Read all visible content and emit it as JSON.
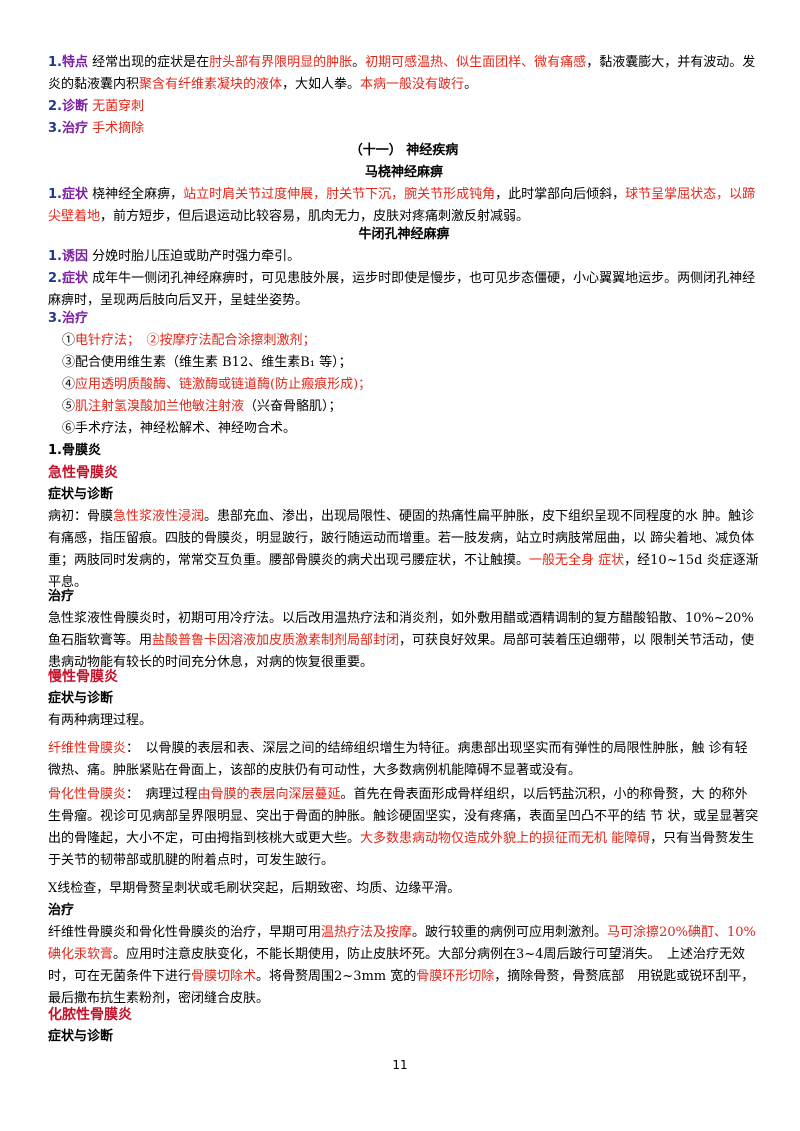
{
  "p1": {
    "num": "1.",
    "label": "特点",
    "t1": " 经常出现的症状是在",
    "r1": "肘头部有界限明显的肿胀",
    "t2": "。",
    "r2": "初期可感温热、似生面团样、微有痛感",
    "t3": "，黏液囊膨大，并有波动。发炎的黏液囊内积",
    "r3": "聚含有纤维素凝块的液体",
    "t4": "，大如人拳。",
    "r4": "本病一般没有跛行",
    "t5": "。"
  },
  "p2": {
    "num": "2.",
    "label": "诊断",
    "r1": "无菌穿刺"
  },
  "p3": {
    "num": "3.",
    "label": "治疗",
    "r1": "手术摘除"
  },
  "h_section": "（十一） 神经疾病",
  "h_radial": "马桡神经麻痹",
  "radial": {
    "num": "1.",
    "label": "症状",
    "t1": " 桡神经全麻痹，",
    "r1": "站立时肩关节过度伸展，肘关节下沉，腕关节形成钝角",
    "t2": "，此时掌部向后倾斜，",
    "r2": "球节呈掌屈状态，以蹄尖壁着地",
    "t3": "，前方短步，但后退运动比较容易，肌肉无力，皮肤对疼痛刺激反射减弱。"
  },
  "h_obturator": "牛闭孔神经麻痹",
  "obt1": {
    "num": "1.",
    "label": "诱因",
    "t1": " 分娩时胎儿压迫或助产时强力牵引。"
  },
  "obt2": {
    "num": "2.",
    "label": "症状",
    "t1": " 成年牛一侧闭孔神经麻痹时，可见患肢外展，运步时即使是慢步，也可见步态僵硬，小心翼翼地运步。两侧闭孔神经麻痹时，呈现两后肢向后叉开，呈蛙坐姿势。"
  },
  "obt3": {
    "num": "3.",
    "label": "治疗",
    "i1a": "①",
    "i1b": "电针疗法",
    "i1c": "；　②",
    "i1d": "按摩疗法配合涂擦刺激剂",
    "i1e": "；",
    "i3": "③配合使用维生素（维生素 B12、维生素B₁ 等）；",
    "i4a": "④",
    "i4b": "应用透明质酸酶、链激酶或链道酶(防止瘢痕形成)",
    "i4c": "；",
    "i5a": "⑤",
    "i5b": "肌注射氢溴酸加兰他敏注射液",
    "i5c": "（兴奋骨骼肌）；",
    "i6": "⑥手术疗法，神经松解术、神经吻合术。"
  },
  "h_periostitis": "1.骨膜炎",
  "h_acute": "急性骨膜炎",
  "h_sym1": "症状与诊断",
  "acute_sym": {
    "t1": "病初：骨膜",
    "r1": "急性浆液性浸润",
    "t2": "。患部充血、渗出，出现局限性、硬固的热痛性扁平肿胀，皮下组织呈现不同程度的水 肿。触诊有痛感，指压留痕。四肢的骨膜炎，明显跛行，跛行随运动而增重。若一肢发病，站立时病肢常屈曲，以 蹄尖着地、减负体重；两肢同时发病的，常常交互负重。腰部骨膜炎的病犬出现弓腰症状，不让触摸。",
    "r2": "一般无全身 症状",
    "t3": "，经10~15d 炎症逐渐平息。"
  },
  "h_treat1": "治疗",
  "acute_treat": {
    "t1": "急性浆液性骨膜炎时，初期可用冷疗法。以后改用温热疗法和消炎剂，如外敷用醋或酒精调制的复方醋酸铅散、10%~20%鱼石脂软膏等。用",
    "r1": "盐酸普鲁卡因溶液加皮质激素制剂局部封闭",
    "t2": "，可获良好效果。局部可装着压迫绷带，以 限制关节活动，使患病动物能有较长的时间充分休息，对病的恢复很重要。"
  },
  "h_chronic": "慢性骨膜炎",
  "h_sym2": "症状与诊断",
  "chronic_intro": "有两种病理过程。",
  "fibrous": {
    "r1": "纤维性骨膜炎",
    "t1": "：　以骨膜的表层和表、深层之间的结缔组织增生为特征。病患部出现坚实而有弹性的局限性肿胀，触 诊有轻微热、痛。肿胀紧贴在骨面上，该部的皮肤仍有可动性，大多数病例机能障碍不显著或没有。"
  },
  "ossifying": {
    "r1": "骨化性骨膜炎",
    "t1": "：　病理过程",
    "r2": "由骨膜的表层向深层蔓延",
    "t2": "。首先在骨表面形成骨样组织，以后钙盐沉积，小的称骨赘，大 的称外生骨瘤。视诊可见病部呈界限明显、突出于骨面的肿胀。触诊硬固坚实，没有疼痛，表面呈凹凸不平的结 节 状，或呈显著突出的骨隆起，大小不定，可由拇指到核桃大或更大些。",
    "r3": "大多数患病动物仅造成外貌上的损征而无机 能障碍",
    "t3": "，只有当骨赘发生于关节的韧带部或肌腱的附着点时，可发生跛行。"
  },
  "xray": "X线检查，早期骨赘呈刺状或毛刷状突起，后期致密、均质、边缘平滑。",
  "h_treat2": "治疗",
  "chronic_treat": {
    "t1": "纤维性骨膜炎和骨化性骨膜炎的治疗，早期可用",
    "r1": "温热疗法及按摩",
    "t2": "。跛行较重的病例可应用刺激剂。",
    "r2": "马可涂擦20%碘酊、10%碘化汞软膏",
    "t3": "。应用时注意皮肤变化，不能长期使用，防止皮肤坏死。大部分病例在3~4周后跛行可望消失。　上述治疗无效时，可在无菌条件下进行",
    "r3": "骨膜切除术",
    "t4": "。将骨赘周围2~3mm 宽的",
    "r4": "骨膜环形切除",
    "t5": "，摘除骨赘，骨赘底部　用锐匙或锐环刮平，最后撒布抗生素粉剂，密闭缝合皮肤。"
  },
  "h_purulent": "化脓性骨膜炎",
  "h_sym3": "症状与诊断",
  "page_number": "11"
}
